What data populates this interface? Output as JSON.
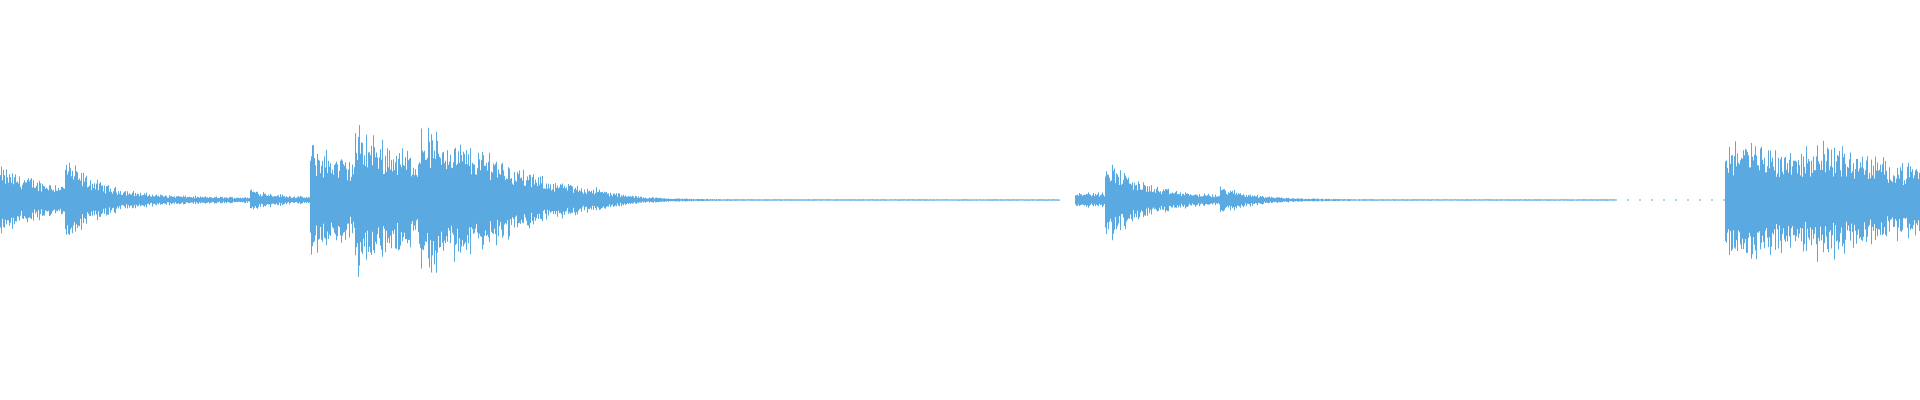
{
  "waveform": {
    "color": "#5aa9e1",
    "background": "#ffffff",
    "duration_units": 1920,
    "center_ratio": 0.5,
    "segments": [
      {
        "start": 0,
        "end": 65,
        "peak": 0.14,
        "decay": 0.018,
        "floor": 0.03
      },
      {
        "start": 65,
        "end": 250,
        "peak": 0.18,
        "decay": 0.028,
        "floor": 0.012
      },
      {
        "start": 250,
        "end": 310,
        "peak": 0.05,
        "decay": 0.03,
        "floor": 0.006
      },
      {
        "start": 310,
        "end": 355,
        "peak": 0.24,
        "decay": 0.02,
        "floor": 0.12
      },
      {
        "start": 355,
        "end": 420,
        "peak": 0.31,
        "decay": 0.013,
        "floor": 0.11
      },
      {
        "start": 420,
        "end": 488,
        "peak": 0.32,
        "decay": 0.012,
        "floor": 0.1
      },
      {
        "start": 488,
        "end": 590,
        "peak": 0.22,
        "decay": 0.02,
        "floor": 0.03
      },
      {
        "start": 590,
        "end": 1060,
        "peak": 0.06,
        "decay": 0.03,
        "floor": 0.003
      },
      {
        "start": 1075,
        "end": 1105,
        "peak": 0.035,
        "decay": 0.01,
        "floor": 0.018
      },
      {
        "start": 1105,
        "end": 1220,
        "peak": 0.19,
        "decay": 0.028,
        "floor": 0.015
      },
      {
        "start": 1220,
        "end": 1615,
        "peak": 0.06,
        "decay": 0.03,
        "floor": 0.003
      },
      {
        "start": 1725,
        "end": 1815,
        "peak": 0.26,
        "decay": 0.006,
        "floor": 0.13
      },
      {
        "start": 1815,
        "end": 1920,
        "peak": 0.26,
        "decay": 0.008,
        "floor": 0.05
      }
    ],
    "dotted_gaps": [
      {
        "start": 1615,
        "end": 1725
      }
    ]
  }
}
